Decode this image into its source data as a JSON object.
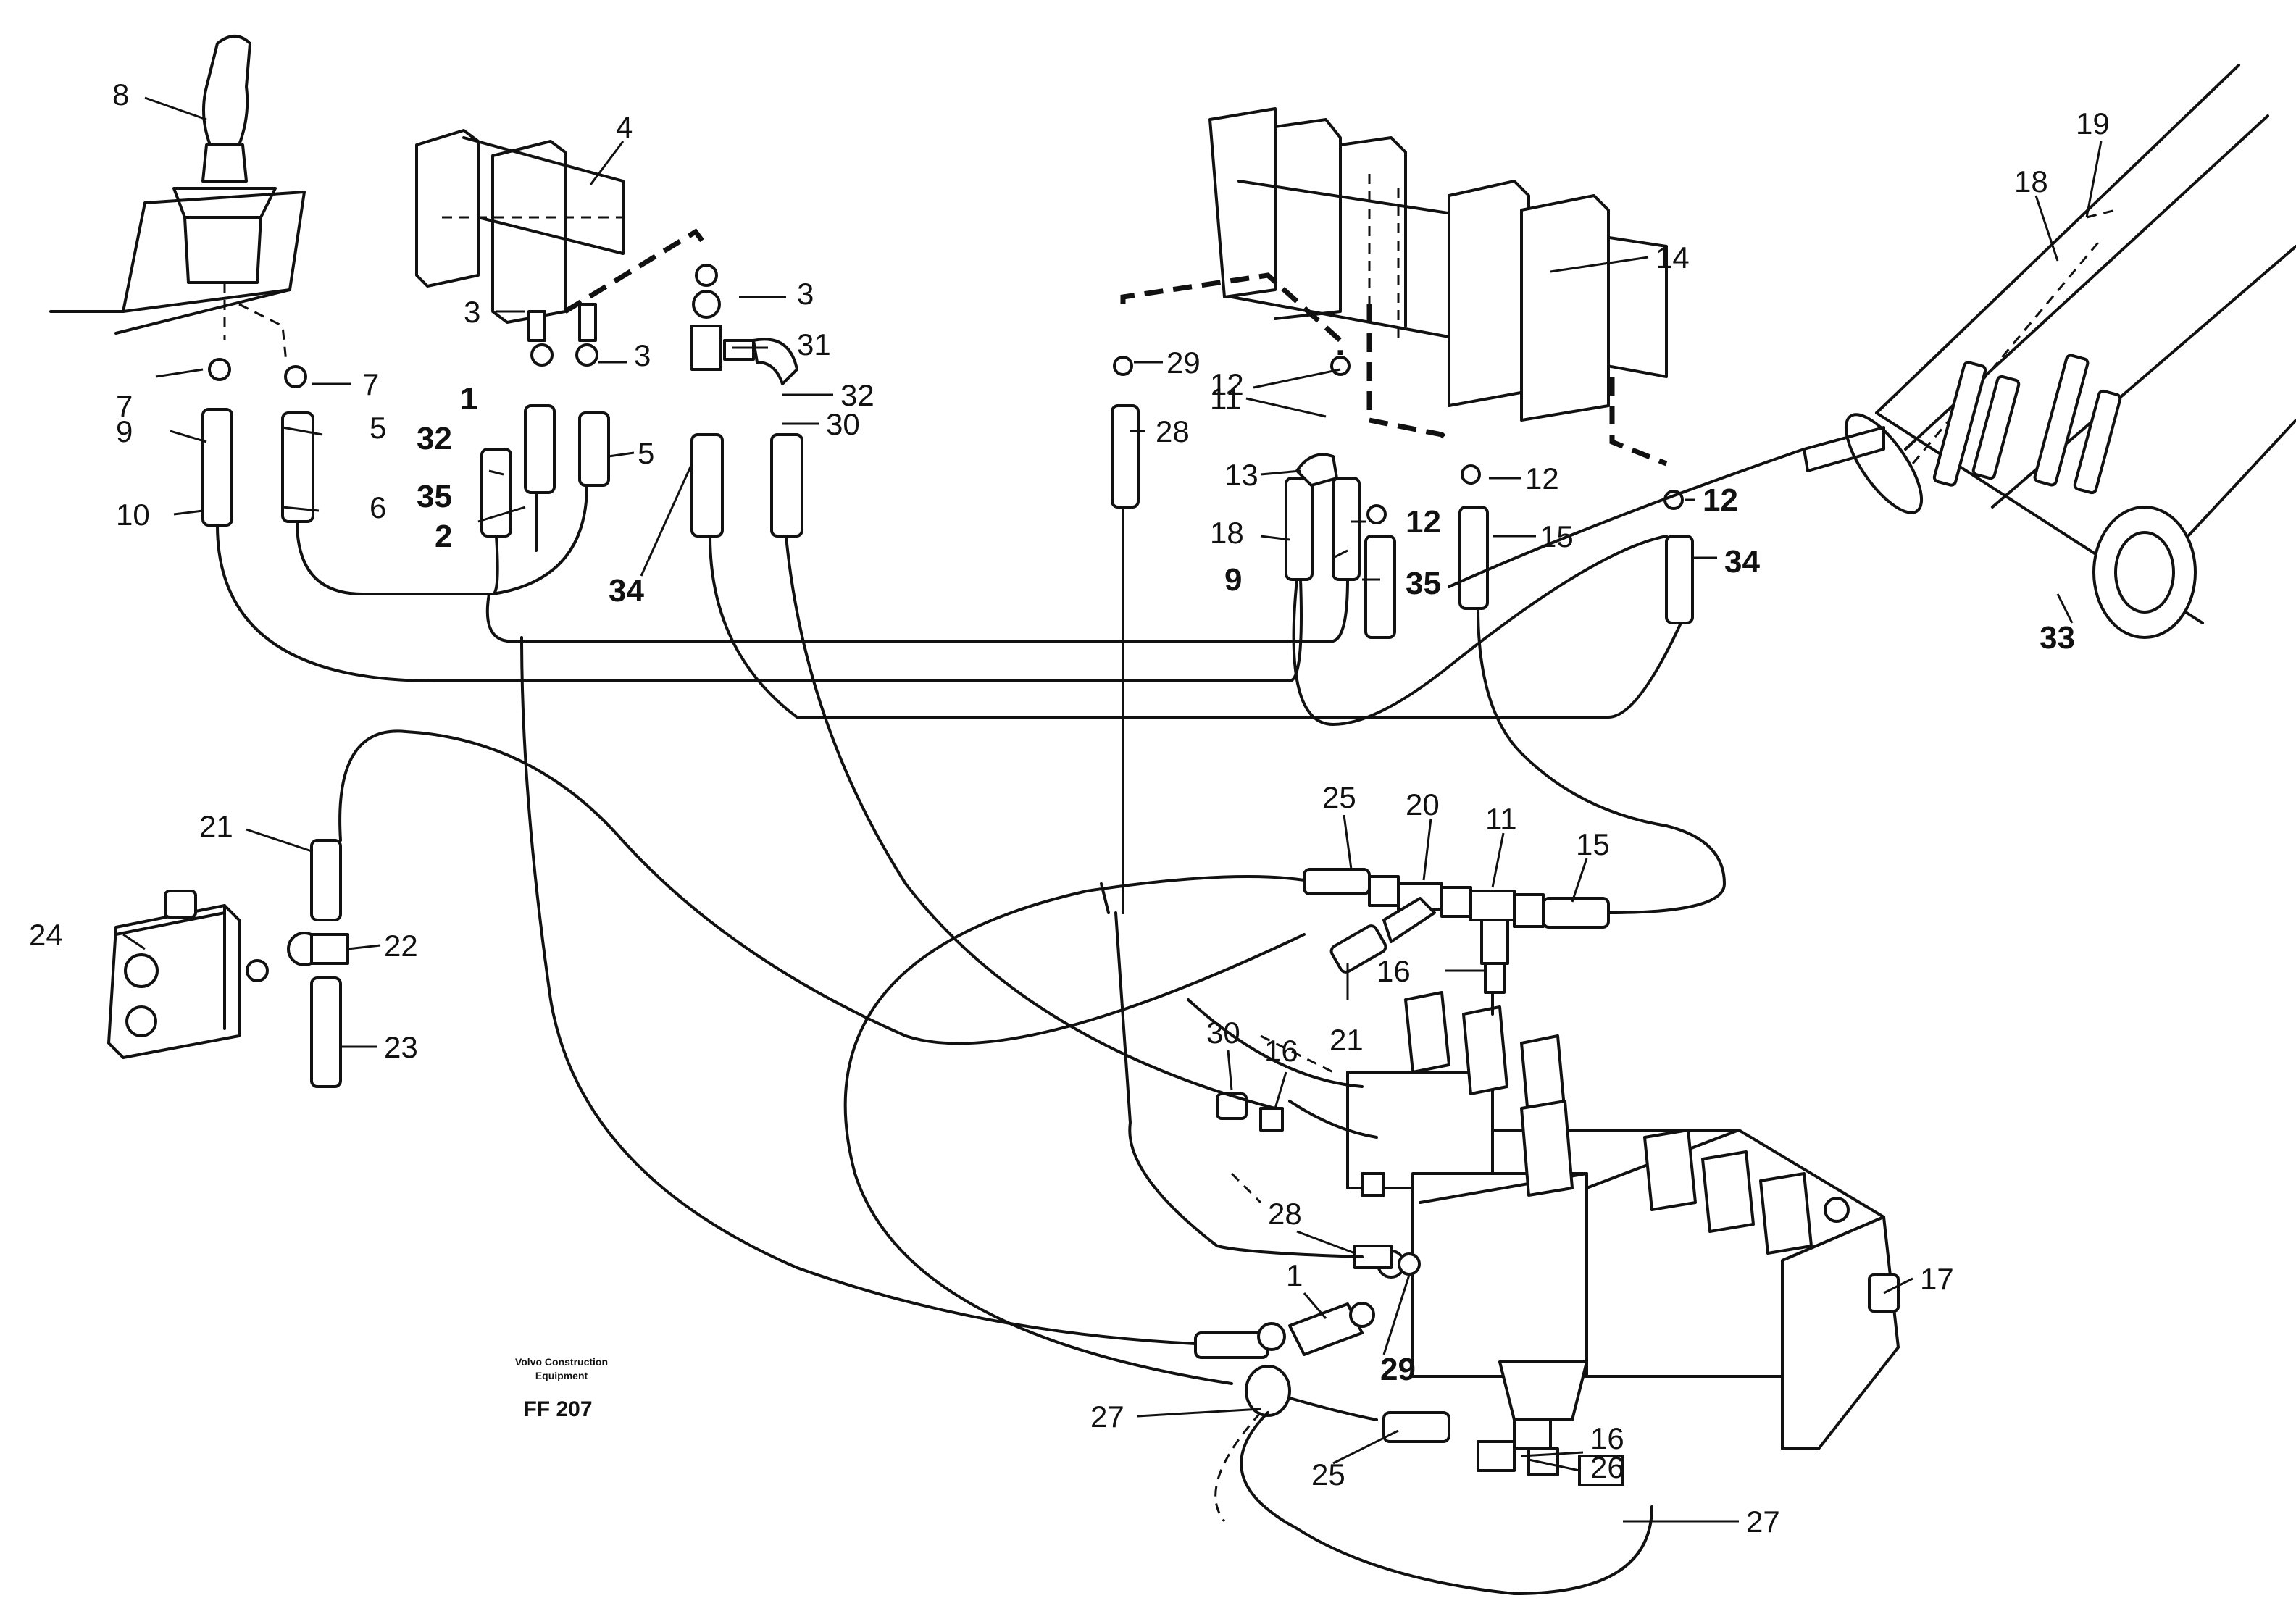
{
  "footer": {
    "brand_line1": "Volvo Construction",
    "brand_line2": "Equipment",
    "code": "FF 207"
  },
  "callouts": {
    "c8": "8",
    "c4": "4",
    "c3a": "3",
    "c3b": "3",
    "c3c": "3",
    "c7a": "7",
    "c7b": "7",
    "c1a": "1",
    "c32a": "32",
    "c31": "31",
    "c32b": "32",
    "c9a": "9",
    "c10": "10",
    "c5a": "5",
    "c6": "6",
    "c5b": "5",
    "c35a": "35",
    "c2": "2",
    "c34a": "34",
    "c30a": "30",
    "c29a": "29",
    "c28a": "28",
    "c12a": "12",
    "c11a": "11",
    "c13": "13",
    "c18a": "18",
    "c9b": "9",
    "c12b": "12",
    "c35b": "35",
    "c12c": "12",
    "c15a": "15",
    "c12d": "12",
    "c34b": "34",
    "c14": "14",
    "c19": "19",
    "c18b": "18",
    "c33": "33",
    "c21a": "21",
    "c24": "24",
    "c22": "22",
    "c23": "23",
    "c25a": "25",
    "c20": "20",
    "c11b": "11",
    "c15b": "15",
    "c16a": "16",
    "c21b": "21",
    "c30b": "30",
    "c16b": "16",
    "c28b": "28",
    "c17": "17",
    "c1b": "1",
    "c29b": "29",
    "c27a": "27",
    "c16c": "16",
    "c26": "26",
    "c25b": "25",
    "c27b": "27"
  }
}
